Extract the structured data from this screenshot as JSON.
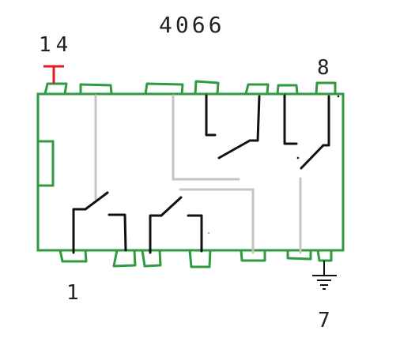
{
  "title": "4066",
  "labels": {
    "pin14": "14",
    "pin8": "8",
    "pin1": "1",
    "pin7": "7"
  },
  "colors": {
    "package": "#2e9b3e",
    "vdd": "#e11d1d",
    "switch": "#111111",
    "control": "#c4c4c4",
    "ground": "#111111",
    "text": "#222222"
  }
}
